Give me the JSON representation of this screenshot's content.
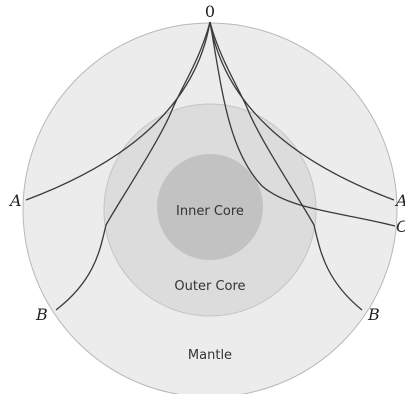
{
  "diagram": {
    "layers": {
      "mantle": {
        "label": "Mantle",
        "fill": "#ececec",
        "stroke": "#b8b8b8"
      },
      "outer_core": {
        "label": "Outer Core",
        "fill": "#dcdcdc",
        "stroke": "#c4c4c4"
      },
      "inner_core": {
        "label": "Inner Core",
        "fill": "#c2c2c2"
      }
    },
    "ray_color": "#3a3a3a",
    "points": {
      "source": "0",
      "left_a": "A",
      "right_a": "A",
      "left_b": "B",
      "right_b": "B",
      "right_c": "C"
    }
  }
}
